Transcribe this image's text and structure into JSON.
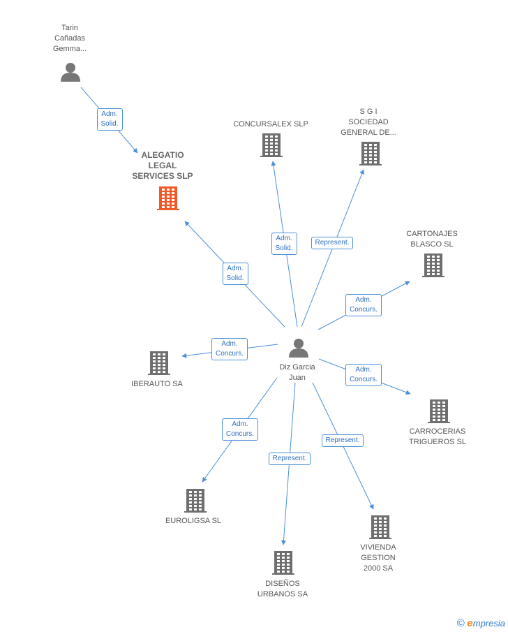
{
  "colors": {
    "edge": "#4a90d9",
    "person": "#777777",
    "company": "#6f6f6f",
    "focus": "#f05a28"
  },
  "brand": {
    "copyright": "©",
    "initial": "e",
    "name": "mpresia"
  },
  "nodes": [
    {
      "id": "tarin",
      "type": "person",
      "icon": "person-icon",
      "lines": [
        "Tarin",
        "Cañadas",
        "Gemma..."
      ]
    },
    {
      "id": "alegatio",
      "type": "focus",
      "icon": "building-icon",
      "lines": [
        "ALEGATIO",
        "LEGAL",
        "SERVICES SLP"
      ]
    },
    {
      "id": "concursalex",
      "type": "company",
      "icon": "building-icon",
      "lines": [
        "CONCURSALEX SLP"
      ]
    },
    {
      "id": "sgi",
      "type": "company",
      "icon": "building-icon",
      "lines": [
        "S G I",
        "SOCIEDAD",
        "GENERAL DE..."
      ]
    },
    {
      "id": "cartonajes",
      "type": "company",
      "icon": "building-icon",
      "lines": [
        "CARTONAJES",
        "BLASCO SL"
      ]
    },
    {
      "id": "iberauto",
      "type": "company",
      "icon": "building-icon",
      "lines": [
        "IBERAUTO SA"
      ]
    },
    {
      "id": "diz",
      "type": "person",
      "icon": "person-icon",
      "lines": [
        "Diz Garcia",
        "Juan"
      ]
    },
    {
      "id": "carrocerias",
      "type": "company",
      "icon": "building-icon",
      "lines": [
        "CARROCERIAS",
        "TRIGUEROS  SL"
      ]
    },
    {
      "id": "euroligsa",
      "type": "company",
      "icon": "building-icon",
      "lines": [
        "EUROLIGSA SL"
      ]
    },
    {
      "id": "vivienda",
      "type": "company",
      "icon": "building-icon",
      "lines": [
        "VIVIENDA",
        "GESTION",
        "2000 SA"
      ]
    },
    {
      "id": "disenos",
      "type": "company",
      "icon": "building-icon",
      "lines": [
        "DISEÑOS",
        "URBANOS SA"
      ]
    }
  ],
  "edges": [
    {
      "from": "tarin",
      "to": "alegatio",
      "lines": [
        "Adm.",
        "Solid."
      ]
    },
    {
      "from": "diz",
      "to": "alegatio",
      "lines": [
        "Adm.",
        "Solid."
      ]
    },
    {
      "from": "diz",
      "to": "concursalex",
      "lines": [
        "Adm.",
        "Solid."
      ]
    },
    {
      "from": "diz",
      "to": "sgi",
      "lines": [
        "Represent."
      ]
    },
    {
      "from": "diz",
      "to": "cartonajes",
      "lines": [
        "Adm.",
        "Concurs."
      ]
    },
    {
      "from": "diz",
      "to": "iberauto",
      "lines": [
        "Adm.",
        "Concurs."
      ]
    },
    {
      "from": "diz",
      "to": "carrocerias",
      "lines": [
        "Adm.",
        "Concurs."
      ]
    },
    {
      "from": "diz",
      "to": "euroligsa",
      "lines": [
        "Adm.",
        "Concurs."
      ]
    },
    {
      "from": "diz",
      "to": "disenos",
      "lines": [
        "Represent."
      ]
    },
    {
      "from": "diz",
      "to": "vivienda",
      "lines": [
        "Represent."
      ]
    }
  ]
}
